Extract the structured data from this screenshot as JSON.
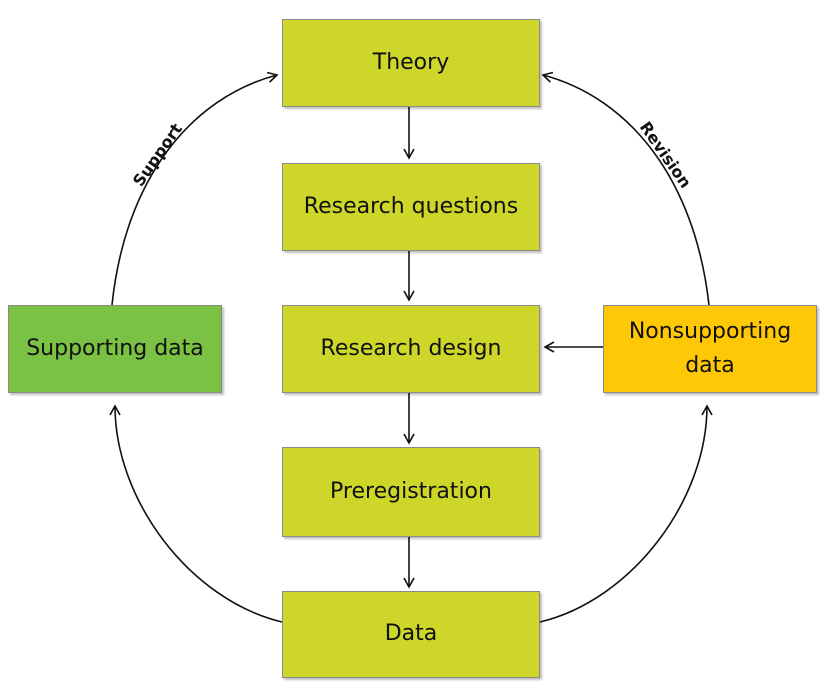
{
  "colors": {
    "main_box": "#cdd629",
    "supporting_box": "#7bc143",
    "nonsupporting_box": "#ffc806",
    "arrow": "#111111"
  },
  "nodes": {
    "theory": "Theory",
    "research_questions": "Research questions",
    "research_design": "Research design",
    "preregistration": "Preregistration",
    "data": "Data",
    "supporting_data": "Supporting data",
    "nonsupporting_data_line1": "Nonsupporting",
    "nonsupporting_data_line2": "data"
  },
  "edge_labels": {
    "support": "Support",
    "revision": "Revision"
  }
}
